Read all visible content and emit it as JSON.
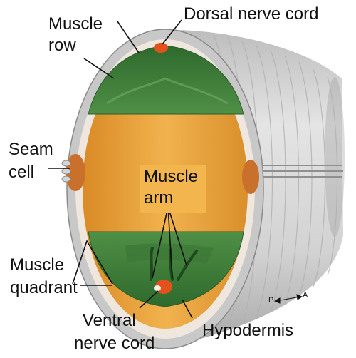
{
  "labels": {
    "dorsal_nerve_cord": "Dorsal nerve cord",
    "muscle_row": [
      "Muscle",
      "row"
    ],
    "seam_cell": [
      "Seam",
      "cell"
    ],
    "muscle_arm": [
      "Muscle",
      "arm"
    ],
    "muscle_quadrant": [
      "Muscle",
      "quadrant"
    ],
    "ventral_nerve_cord": [
      "Ventral",
      "nerve cord"
    ],
    "hypodermis": "Hypodermis",
    "axis_p": "P",
    "axis_a": "A"
  },
  "colors": {
    "cuticle": "#c9c9c9",
    "hypodermis": "#efe6dd",
    "muscle": "#3f7d3a",
    "muscle_dark": "#2b5e2a",
    "lumen": "#e8a23c",
    "nerve_cord": "#e3521c",
    "seam_cell": "#c8702c"
  }
}
